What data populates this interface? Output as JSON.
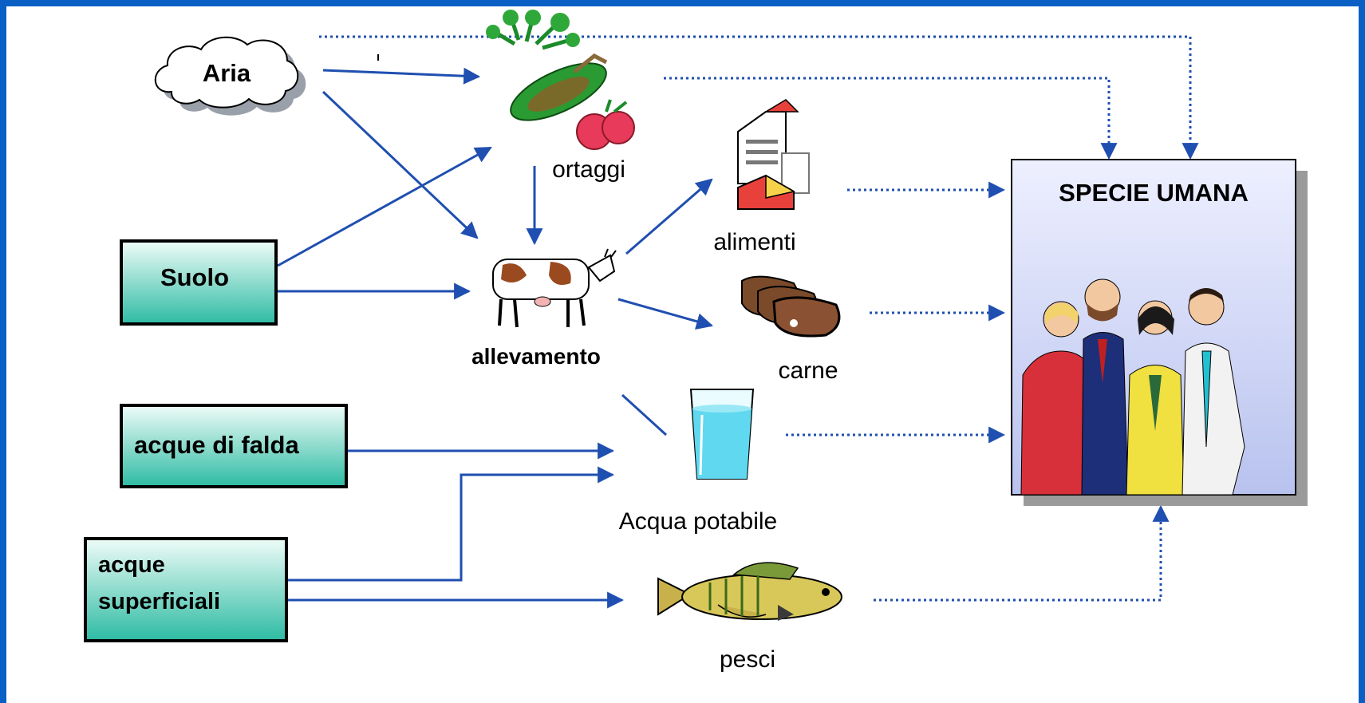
{
  "sources": {
    "aria": "Aria",
    "suolo": "Suolo",
    "falda": "acque di falda",
    "superficiali_line1": "acque",
    "superficiali_line2": "superficiali"
  },
  "nodes": {
    "ortaggi": "ortaggi",
    "allevamento": "allevamento",
    "alimenti": "alimenti",
    "carne": "carne",
    "acqua": "Acqua potabile",
    "pesci": "pesci"
  },
  "target": {
    "title": "SPECIE UMANA"
  },
  "colors": {
    "frame": "#0a5fc4",
    "arrow": "#1f4fb0",
    "source_box_top": "#e8fbf6",
    "source_box_bottom": "#2fbfa6",
    "target_box": "#d2d8f6"
  },
  "icons": {
    "ortaggi": "vegetables-icon",
    "allevamento": "cow-icon",
    "alimenti": "dairy-products-icon",
    "carne": "meat-steaks-icon",
    "acqua": "water-glass-icon",
    "pesci": "fish-icon",
    "people": "people-group-icon"
  }
}
